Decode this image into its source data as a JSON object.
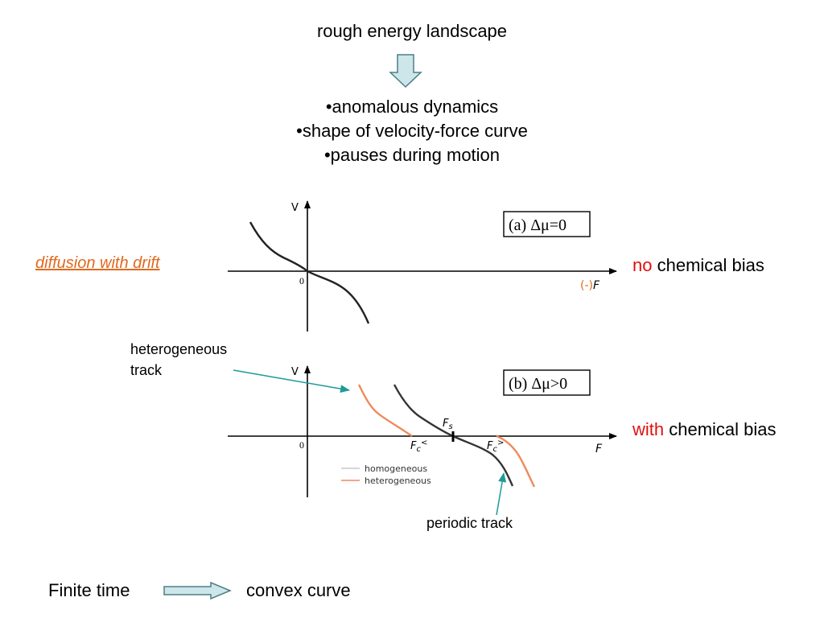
{
  "title": "rough energy landscape",
  "bullets": [
    "•anomalous dynamics",
    "•shape of velocity-force curve",
    "•pauses during motion"
  ],
  "left_label": "diffusion with drift",
  "bias_a": {
    "highlight": "no",
    "rest": " chemical bias"
  },
  "bias_b": {
    "highlight": "with",
    "rest": " chemical bias"
  },
  "hetero_label": [
    "heterogeneous",
    "track"
  ],
  "periodic_label": "periodic track",
  "bottom": {
    "left": "Finite time",
    "right": "convex curve"
  },
  "plot_a": {
    "y_axis": "V",
    "origin": "0",
    "x_axis_prefix": "(-)",
    "x_axis": "F",
    "box_label": "(a) Δμ=0"
  },
  "plot_b": {
    "y_axis": "V",
    "origin": "0",
    "x_axis": "F",
    "box_label": "(b) Δμ>0",
    "fc_lt": "F",
    "fc_lt_sub": "c",
    "fc_lt_sup": "<",
    "fs": "F",
    "fs_sub": "s",
    "fc_gt": "F",
    "fc_gt_sub": "c",
    "fc_gt_sup": ">",
    "legend": [
      {
        "label": "homogeneous",
        "color": "#c8c8c8"
      },
      {
        "label": "heterogeneous",
        "color": "#ee8a5e"
      }
    ]
  },
  "colors": {
    "arrow_fill": "#cde6ea",
    "arrow_stroke": "#4d7e86",
    "pointer": "#1e9a9a",
    "orange": "#e0691f",
    "curve_orange": "#ee8a5e",
    "curve_dark": "#333333"
  }
}
